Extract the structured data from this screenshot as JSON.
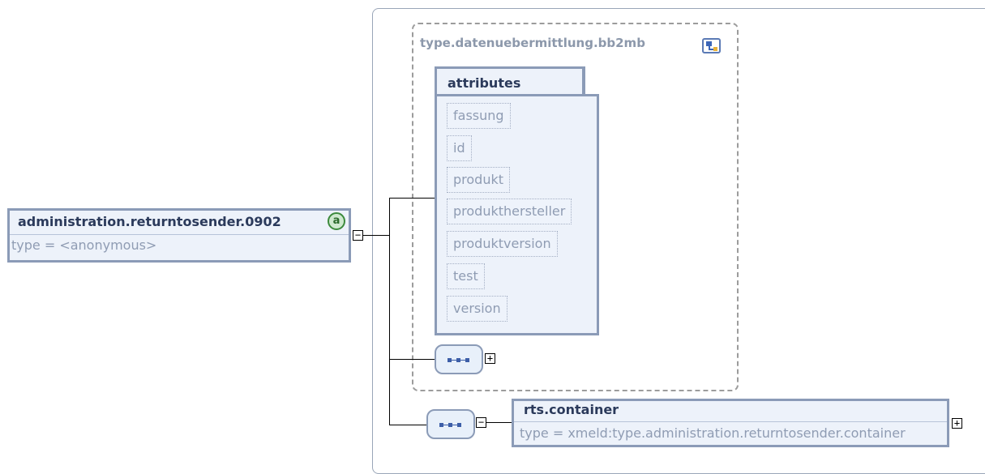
{
  "root_element": {
    "name": "administration.returntosender.0902",
    "type_label": "type = <anonymous>",
    "badge": "a",
    "toggle": "−"
  },
  "complex_type": {
    "name": "type.datenuebermittlung.bb2mb",
    "icon": "complex-type-icon"
  },
  "attributes": {
    "title": "attributes",
    "items": [
      "fassung",
      "id",
      "produkt",
      "produkthersteller",
      "produktversion",
      "test",
      "version"
    ]
  },
  "inner_sequence": {
    "toggle": "+"
  },
  "outer_sequence": {
    "toggle": "−"
  },
  "child_element": {
    "name": "rts.container",
    "type_label": "type = xmeld:type.administration.returntosender.container",
    "toggle": "+"
  },
  "colors": {
    "box_border": "#8b9bb7",
    "box_fill": "#edf2fa",
    "title_text": "#2b3a5b",
    "muted_text": "#8f9cb3",
    "badge_green": "#3c8a3c"
  }
}
